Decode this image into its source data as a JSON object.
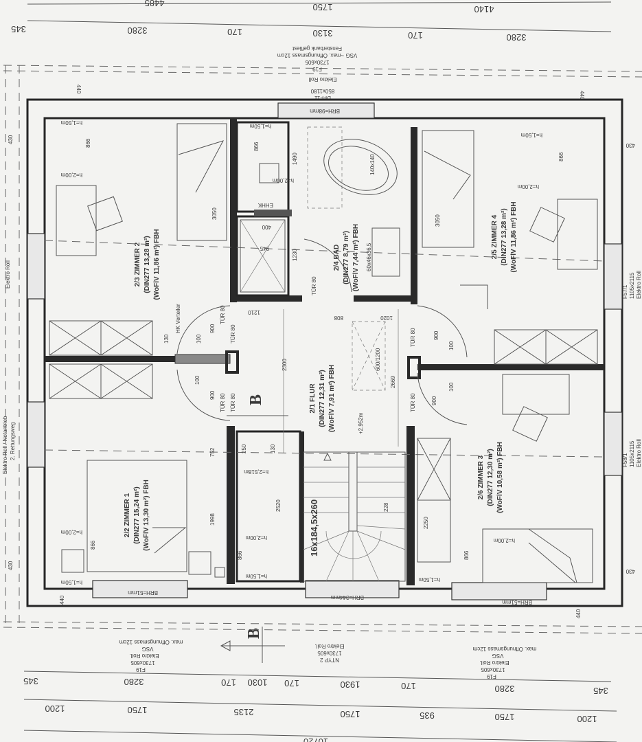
{
  "top": {
    "dims_row1": [
      "4485",
      "1750",
      "4140"
    ],
    "dims_row2": [
      "345",
      "3280",
      "170",
      "3130",
      "170",
      "3280"
    ],
    "window_note": [
      "F19",
      "1730x605",
      "VSG ~max. Öffnungsmass 12cm",
      "Fensterbank gefliest"
    ],
    "bath_window": [
      "DFF11",
      "850x1180",
      "Elektro Roll"
    ],
    "edge_dims": [
      "440",
      "440"
    ]
  },
  "bottom": {
    "note_left": [
      "F19",
      "1730x605",
      "Elektro Roll.",
      "VSG",
      "max. Öffnungsmass 12cm"
    ],
    "note_center": [
      "NTYP 2",
      "1730x605",
      "Elektro Roll."
    ],
    "note_right": [
      "F19",
      "1730x605",
      "Elektro Roll.",
      "VSG",
      "max. Öffnungsmass 12cm"
    ],
    "dims_row1": [
      "345",
      "3280",
      "170",
      "1030",
      "170",
      "1930",
      "170",
      "3280",
      "345"
    ],
    "dims_row2": [
      "1200",
      "1750",
      "2135",
      "1750",
      "935",
      "1750",
      "1200"
    ],
    "dims_row3": [
      "10720"
    ],
    "edge_dims": [
      "440",
      "440"
    ]
  },
  "left_side": {
    "notes": [
      "Elektro Roll",
      "Elektro Roll / Notantrieb",
      "2. Rettungsweg"
    ],
    "edge_dims": [
      "430",
      "430"
    ]
  },
  "right_side": {
    "notes": [
      "F57/1",
      "1105x2115",
      "Elektro Roll",
      "F58/1",
      "1105x2115",
      "Elektro Roll"
    ],
    "edge_dims": [
      "430",
      "430"
    ]
  },
  "section_marker": "B",
  "rooms": {
    "zimmer2": {
      "line1": "2/3  ZIMMER 2",
      "line2": "(DIN277  13,28 m²)",
      "line3": "(WoFlV  11,86 m²)  FBH",
      "h1": "h=1,50m",
      "h2": "h=2,00m",
      "d1": "866",
      "d2": "3050",
      "hk": "HK Verteiler",
      "door": "TÜR 80",
      "d3": "900",
      "d4": "100",
      "d5": "130"
    },
    "bad": {
      "line1": "2/4  BAD",
      "line2": "(DIN277  8,79 m²)",
      "line3": "(WoFlV  7,44 m²)  FBH",
      "ehhk": "EHHK",
      "h1": "h=2,00m",
      "h2": "h=1,50m",
      "d1": "1490",
      "d2": "1230",
      "d3": "866",
      "tub": "140x140",
      "brh": "BRH=98mm",
      "door": "TÜR 80",
      "shower": "945",
      "d4": "400",
      "sink": "60x46x36,5"
    },
    "zimmer4": {
      "line1": "2/5  ZIMMER 4",
      "line2": "(DIN277  13,28 m²)",
      "line3": "(WoFlV  11,86 m²)  FBH",
      "h1": "h=1,50m",
      "h2": "h=2,00m",
      "d1": "866",
      "d2": "3050",
      "door": "TÜR 80",
      "d3": "900",
      "d4": "100"
    },
    "flur": {
      "line1": "2/1  FLUR",
      "line2": "(DIN277  12,31 m²)",
      "line3": "(WoFlV  7,91 m²)  FBH",
      "level": "+2,952m",
      "d1": "1210",
      "d2": "808",
      "d3": "1020",
      "d4": "2300",
      "d5": "2669",
      "door1": "TÜR 80",
      "door2": "TÜR 80",
      "hatch": "600/1200"
    },
    "zimmer1": {
      "line1": "2/2  ZIMMER 1",
      "line2": "(DIN277  15,24 m²)",
      "line3": "(WoFlV  13,30 m²)  FBH",
      "h1": "h=2,00m",
      "h2": "h=1,50m",
      "d1": "752",
      "d2": "1998",
      "d3": "866",
      "brh": "BRH=51mm",
      "door": "TÜR 80",
      "d4": "900",
      "d5": "100"
    },
    "abstell": {
      "h1": "h=2,518m",
      "h2": "h=2,00m",
      "h3": "h=1,50m",
      "d1": "2520",
      "d2": "866",
      "d3": "250",
      "d4": "130"
    },
    "treppe": {
      "label": "16x184,5x260",
      "d1": "228",
      "brh": "BRH=344mm"
    },
    "zimmer3": {
      "line1": "2/6  ZIMMER 3",
      "line2": "(DIN277  12,30 m²)",
      "line3": "(WoFlV  10,58 m²)  FBH",
      "h1": "h=2,00m",
      "h2": "h=1,50m",
      "d1": "2250",
      "d2": "866",
      "brh": "BRH=51mm",
      "door": "TÜR 80",
      "d3": "900",
      "d4": "100"
    }
  },
  "colors": {
    "paper": "#f3f3f1",
    "wall": "#262626",
    "line": "#555555"
  }
}
